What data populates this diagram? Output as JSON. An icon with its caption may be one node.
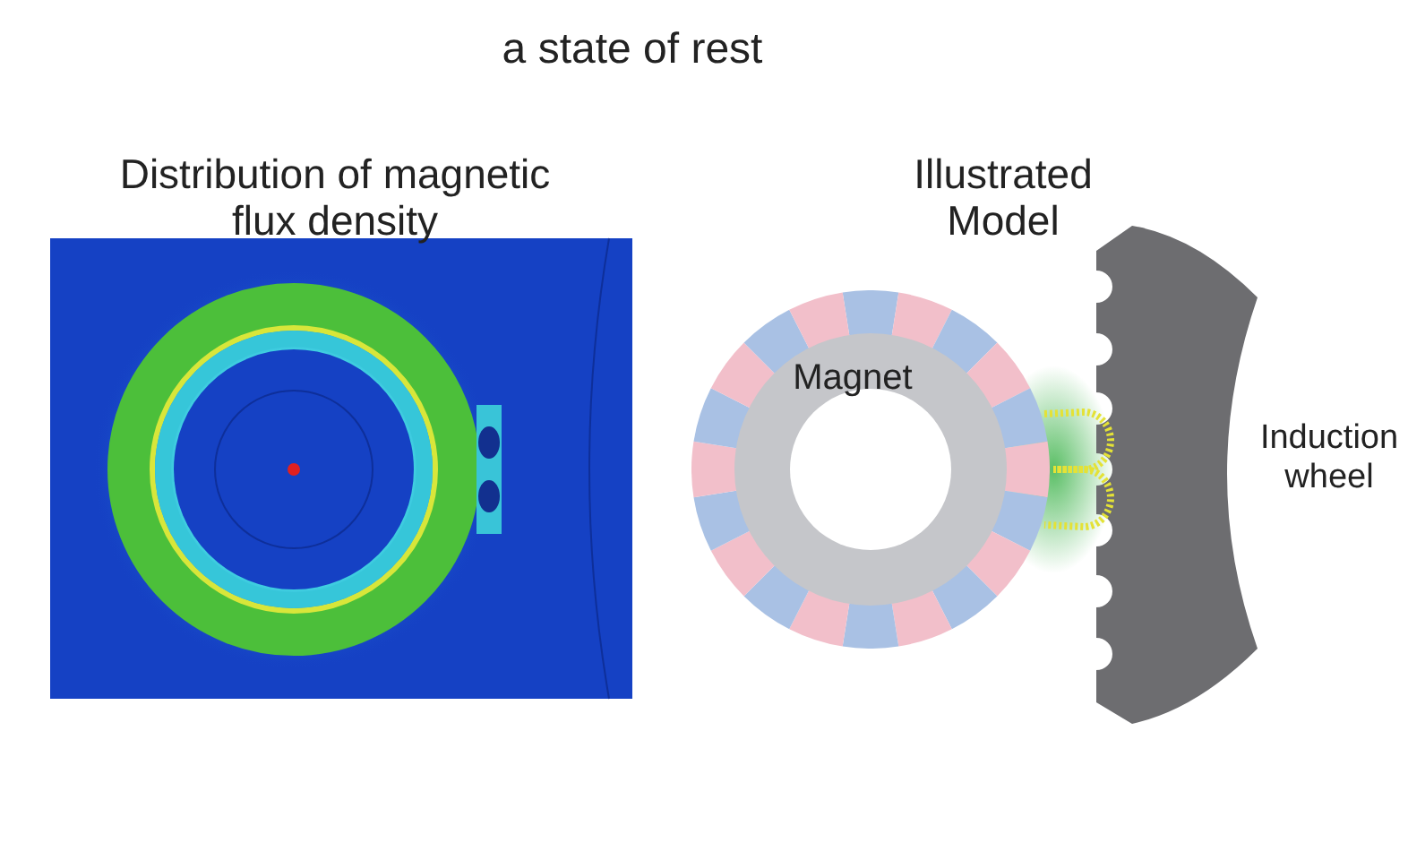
{
  "diagram": {
    "title": "a state of rest",
    "nodes": [
      {
        "text": [
          "Magnet"
        ]
      }
    ],
    "labels": [
      "Distribution of magnetic flux density",
      "Illustrated Model",
      "Induction wheel"
    ]
  }
}
